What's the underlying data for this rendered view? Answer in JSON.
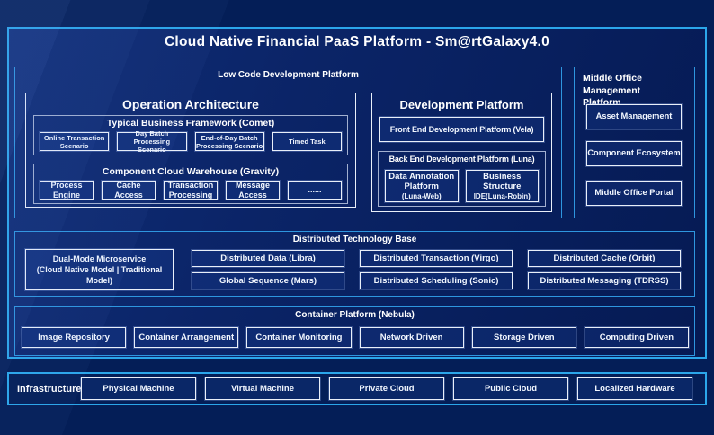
{
  "colors": {
    "background": "#041E57",
    "frame_border": "#2BA6EA",
    "section_border": "#2E96DF",
    "box_border_light": "#E9EFF9",
    "box_border_muted": "#A2B0D0",
    "text": "#FFFFFF"
  },
  "header": {
    "title": "Cloud Native Financial PaaS Platform - Sm@rtGalaxy4.0"
  },
  "low_code": {
    "title": "Low Code Development Platform",
    "operation": {
      "title": "Operation Architecture",
      "comet": {
        "title": "Typical Business Framework (Comet)",
        "items": [
          "Online Transaction\nScenario",
          "Day Batch Processing\nScenario",
          "End-of-Day Batch\nProcessing Scenario",
          "Timed Task"
        ]
      },
      "gravity": {
        "title": "Component Cloud Warehouse (Gravity)",
        "items": [
          "Process\nEngine",
          "Cache\nAccess",
          "Transaction\nProcessing",
          "Message\nAccess",
          "......"
        ]
      }
    },
    "development": {
      "title": "Development Platform",
      "front_end": "Front End Development Platform (Vela)",
      "back_end": {
        "title": "Back End Development Platform (Luna)",
        "items": [
          {
            "name": "Data Annotation Platform",
            "sub": "(Luna-Web)"
          },
          {
            "name": "Business Structure",
            "sub": "IDE(Luna-Robin)"
          }
        ]
      }
    }
  },
  "middle_office": {
    "title": "Middle Office Management\nPlatform",
    "items": [
      "Asset Management",
      "Component Ecosystem",
      "Middle Office Portal"
    ]
  },
  "distributed": {
    "title": "Distributed Technology Base",
    "dual_mode": "Dual-Mode Microservice\n(Cloud Native Model | Traditional\nModel)",
    "items": [
      "Distributed Data (Libra)",
      "Distributed Transaction (Virgo)",
      "Distributed Cache (Orbit)",
      "Global Sequence (Mars)",
      "Distributed Scheduling (Sonic)",
      "Distributed Messaging (TDRSS)"
    ]
  },
  "container_platform": {
    "title": "Container Platform (Nebula)",
    "items": [
      "Image Repository",
      "Container Arrangement",
      "Container Monitoring",
      "Network Driven",
      "Storage Driven",
      "Computing Driven"
    ]
  },
  "infrastructure": {
    "label": "Infrastructure",
    "items": [
      "Physical Machine",
      "Virtual Machine",
      "Private Cloud",
      "Public Cloud",
      "Localized Hardware"
    ]
  }
}
